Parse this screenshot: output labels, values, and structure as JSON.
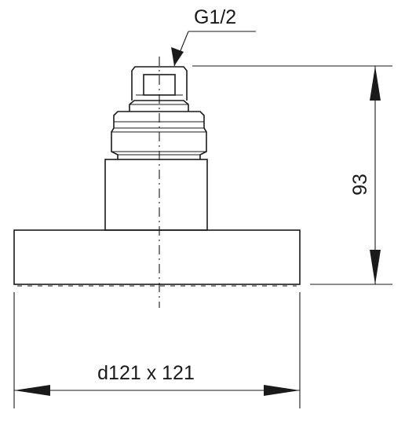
{
  "annotations": {
    "thread_label": "G1/2",
    "height_label": "93",
    "diameter_label": "d121 x 121"
  },
  "colors": {
    "line": "#1a1a1a",
    "background": "#ffffff"
  }
}
